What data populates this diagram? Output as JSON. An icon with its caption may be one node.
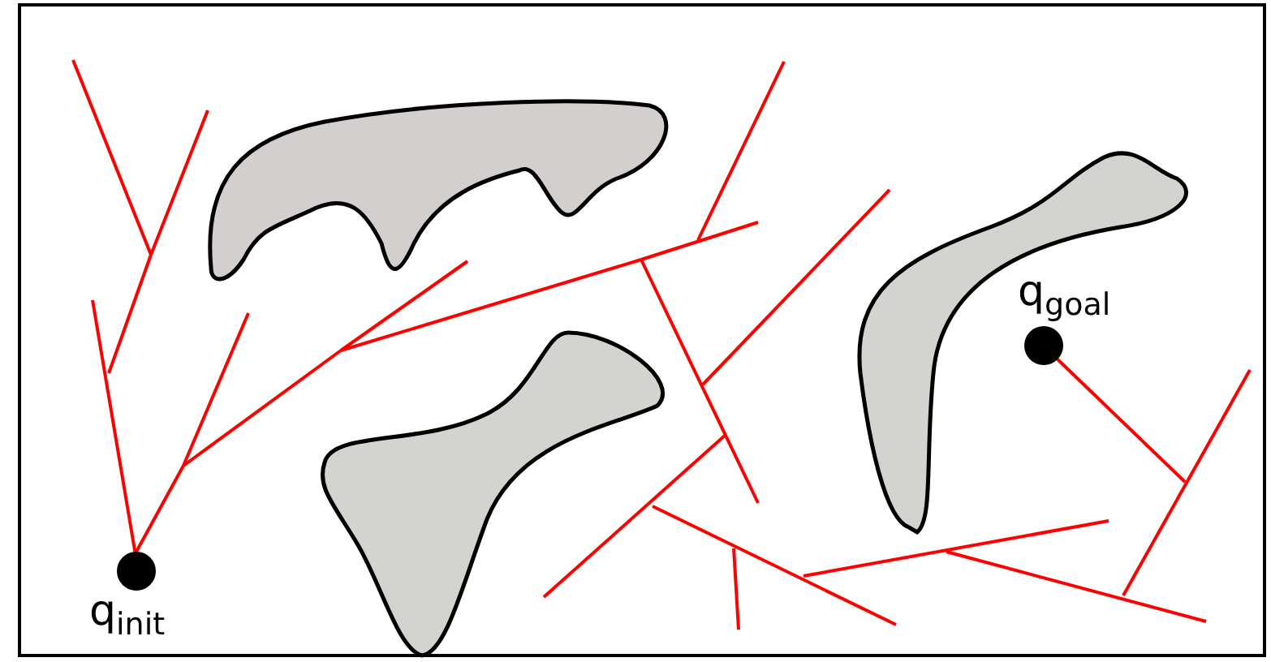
{
  "diagram": {
    "nodes": [
      {
        "text": [],
        "shape": "circle",
        "beside": [
          "q$_{init}$"
        ]
      },
      {
        "text": [],
        "shape": "circle",
        "beside": [
          "q$_{goal}$"
        ]
      }
    ]
  }
}
